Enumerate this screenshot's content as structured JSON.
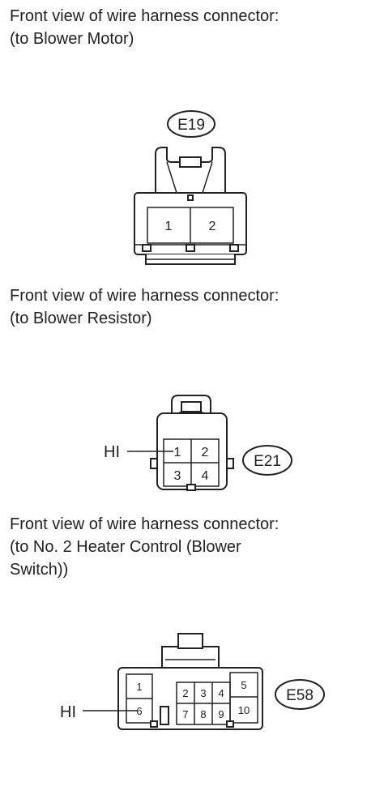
{
  "connectors": [
    {
      "caption_line1": "Front view of wire harness connector:",
      "caption_line2": "(to Blower Motor)",
      "id": "E19",
      "pins": [
        "1",
        "2"
      ]
    },
    {
      "caption_line1": "Front view of wire harness connector:",
      "caption_line2": "(to Blower Resistor)",
      "id": "E21",
      "pins": [
        "1",
        "2",
        "3",
        "4"
      ],
      "hi_label": "HI"
    },
    {
      "caption_line1": "Front view of wire harness connector:",
      "caption_line2": "(to No. 2 Heater Control (Blower",
      "caption_line3": "Switch))",
      "id": "E58",
      "pins": [
        "1",
        "2",
        "3",
        "4",
        "5",
        "6",
        "7",
        "8",
        "9",
        "10"
      ],
      "hi_label": "HI"
    }
  ]
}
